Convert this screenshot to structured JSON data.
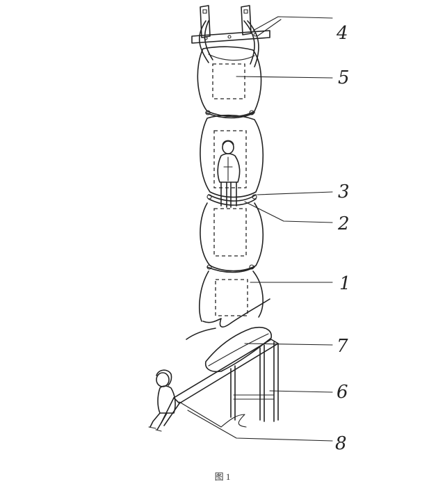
{
  "figure": {
    "caption": "图 1",
    "labels": {
      "l1": "1",
      "l2": "2",
      "l3": "3",
      "l4": "4",
      "l5": "5",
      "l6": "6",
      "l7": "7",
      "l8": "8"
    }
  },
  "colors": {
    "ink": "#222222",
    "background": "#ffffff"
  }
}
